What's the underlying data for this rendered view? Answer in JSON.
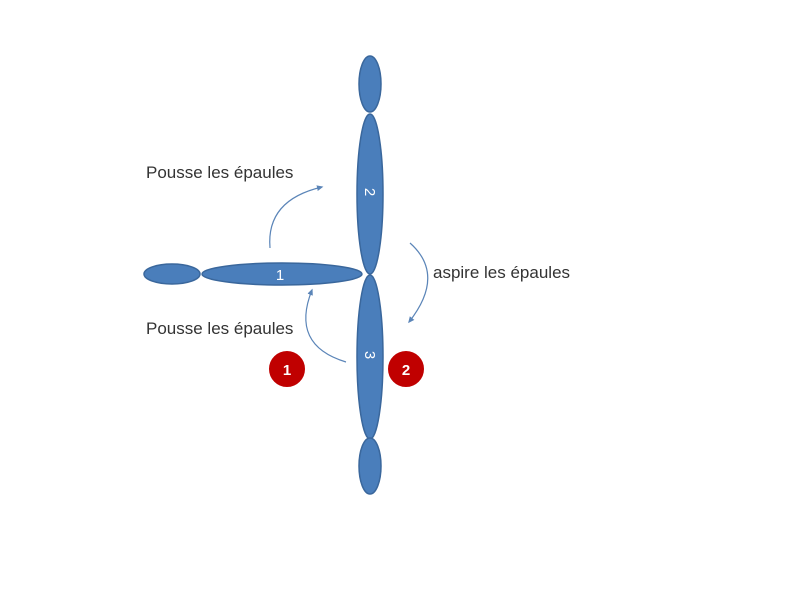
{
  "colors": {
    "segment_fill": "#4a7ebb",
    "segment_stroke": "#3a679c",
    "arrow": "#5b85b8",
    "badge_fill": "#c00000",
    "badge_stroke": "#ffffff",
    "text": "#333333"
  },
  "labels": {
    "push_top": "Pousse les épaules",
    "push_bottom": "Pousse les épaules",
    "aspire": "aspire les épaules"
  },
  "segments": {
    "seg1": "1",
    "seg2": "2",
    "seg3": "3"
  },
  "badges": {
    "badge1": "1",
    "badge2": "2"
  }
}
